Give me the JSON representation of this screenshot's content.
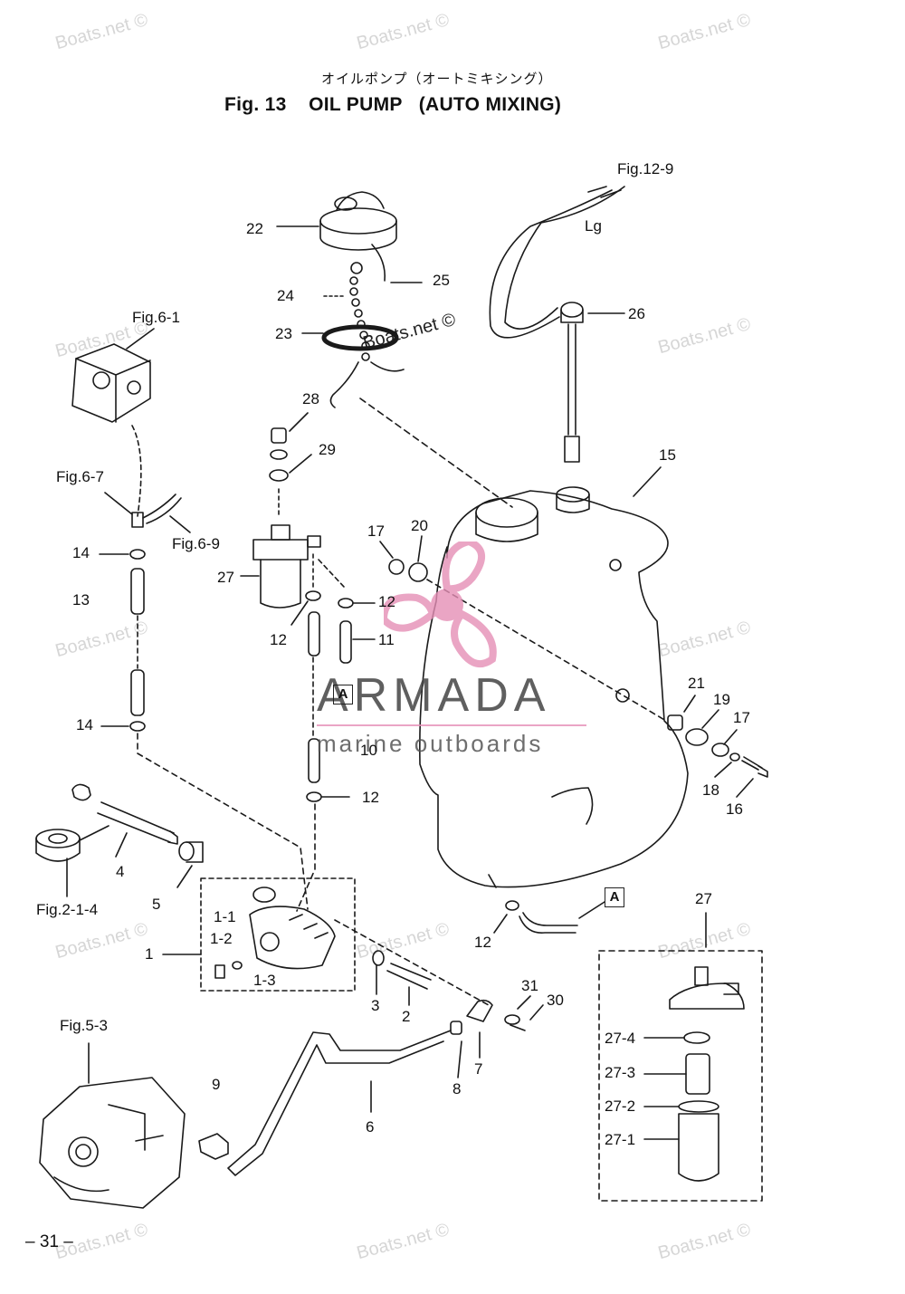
{
  "header": {
    "title_jp": "オイルポンプ（オートミキシング）",
    "title_en": "Fig. 13    OIL PUMP   (AUTO MIXING)"
  },
  "page_number": "– 31 –",
  "logo": {
    "word": "ARMADA",
    "sub": "marine outboards",
    "color": "#e58fb6"
  },
  "watermark": "Boats.net ©",
  "colors": {
    "ink": "#1a1a1a",
    "accent": "#e58fb6"
  },
  "callouts": {
    "fig12_9": "Fig.12-9",
    "lg": "Lg",
    "fig6_1": "Fig.6-1",
    "fig6_7": "Fig.6-7",
    "fig6_9": "Fig.6-9",
    "fig2_1_4": "Fig.2-1-4",
    "fig5_3": "Fig.5-3",
    "p22": "22",
    "p25": "25",
    "p24": "24",
    "p23": "23",
    "p26": "26",
    "p28": "28",
    "p29": "29",
    "p15": "15",
    "p17a": "17",
    "p20": "20",
    "p27a": "27",
    "p12a": "12",
    "p12b": "12",
    "p11": "11",
    "p14a": "14",
    "p13": "13",
    "p14b": "14",
    "p10": "10",
    "p12c": "12",
    "p21": "21",
    "p19": "19",
    "p17b": "17",
    "p18": "18",
    "p16": "16",
    "p4": "4",
    "p5": "5",
    "p1": "1",
    "p1_1": "1-1",
    "p1_2": "1-2",
    "p1_3": "1-3",
    "p3": "3",
    "p2": "2",
    "p12d": "12",
    "p27b": "27",
    "p31": "31",
    "p30": "30",
    "p7": "7",
    "p8": "8",
    "p9": "9",
    "p6": "6",
    "p27_4": "27-4",
    "p27_3": "27-3",
    "p27_2": "27-2",
    "p27_1": "27-1",
    "boxA1": "A",
    "boxA2": "A"
  }
}
